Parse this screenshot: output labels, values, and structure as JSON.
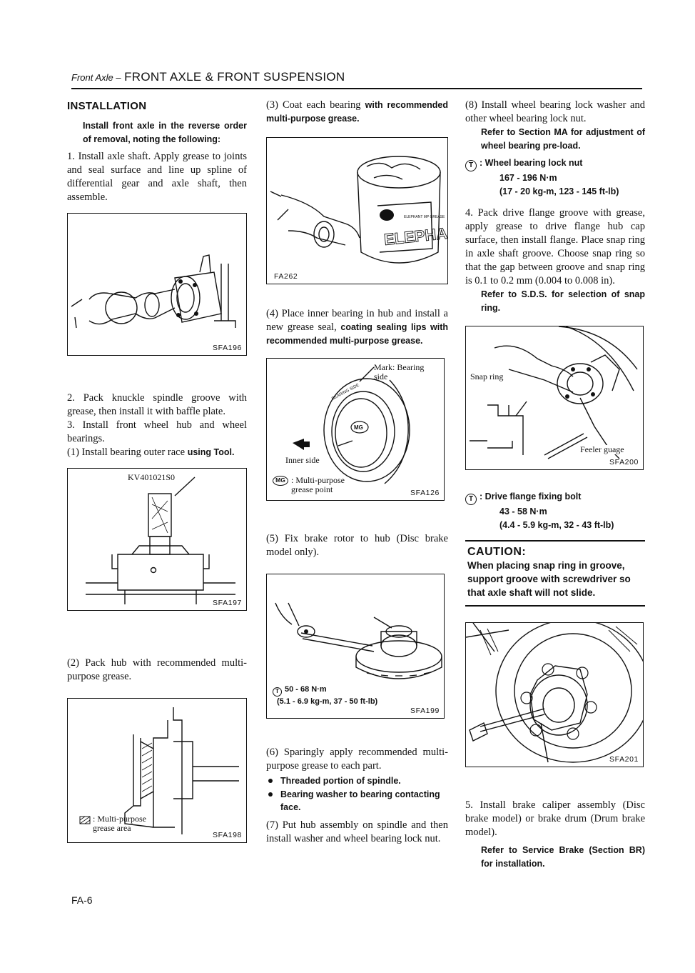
{
  "header": {
    "section": "Front Axle –",
    "title": "FRONT AXLE & FRONT SUSPENSION"
  },
  "col1": {
    "heading": "INSTALLATION",
    "intro": "Install front axle in the reverse order of removal, noting the following:",
    "step1": "1.  Install axle shaft. Apply grease to joints and seal surface and line up spline of differential gear and axle shaft, then assemble.",
    "fig_sfa196": {
      "code": "SFA196"
    },
    "step2": "2.  Pack knuckle spindle groove with grease, then install it with baffle plate.",
    "step3": "3.  Install front wheel hub and wheel bearings.",
    "step3_1_a": "(1)  Install bearing outer race",
    "step3_1_b": "using Tool.",
    "fig_sfa197": {
      "code": "SFA197",
      "tool": "KV401021S0"
    },
    "step3_2": "(2)  Pack hub with recommended multi-purpose grease.",
    "fig_sfa198": {
      "code": "SFA198",
      "legend": ": Multi-purpose grease area"
    }
  },
  "col2": {
    "step3_3_a": "(3)  Coat each bearing",
    "step3_3_b": "with recommended multi-purpose grease.",
    "fig_fa262": {
      "code": "FA262",
      "can_text": "ELEPHANT",
      "can_small": "ELEPHANT MP GREASE"
    },
    "step3_4_a": "(4)  Place inner bearing in hub and install a new grease seal,",
    "step3_4_b": "coating sealing lips with recommended multi-purpose grease.",
    "fig_sfa126": {
      "code": "SFA126",
      "mark": "Mark: Bearing side",
      "inner": "Inner side",
      "mg": "MG",
      "legend": ": Multi-purpose grease point",
      "ring_text": "BEARING SIDE"
    },
    "step3_5": "(5)  Fix brake rotor to hub (Disc brake model only).",
    "fig_sfa199": {
      "code": "SFA199",
      "torque": "50 - 68 N·m",
      "torque2": "(5.1 - 6.9 kg-m, 37 - 50 ft-lb)"
    },
    "step3_6": "(6)  Sparingly apply recommended multi-purpose grease to each part.",
    "bullets": [
      "Threaded portion of spindle.",
      "Bearing washer to bearing contacting face."
    ],
    "step3_7": "(7)  Put hub assembly on spindle and then install washer and wheel bearing lock nut."
  },
  "col3": {
    "step3_8": "(8)  Install wheel bearing lock washer and other wheel bearing lock nut.",
    "refer_ma": "Refer to Section MA for adjustment of wheel bearing pre-load.",
    "spec1_label": ": Wheel bearing lock nut",
    "spec1_v1": "167 - 196 N·m",
    "spec1_v2": "(17 - 20 kg-m, 123 - 145 ft-lb)",
    "step4": "4.  Pack drive flange groove with grease, apply grease to drive flange hub cap surface, then install flange. Place snap ring in axle shaft groove. Choose snap ring so that the gap between groove and snap ring is 0.1 to 0.2 mm (0.004 to 0.008 in).",
    "refer_sds": "Refer to S.D.S. for selection of snap ring.",
    "fig_sfa200": {
      "code": "SFA200",
      "snap": "Snap ring",
      "feeler": "Feeler guage"
    },
    "spec2_label": ": Drive flange fixing bolt",
    "spec2_v1": "43 - 58 N·m",
    "spec2_v2": "(4.4 - 5.9 kg-m, 32 - 43 ft-lb)",
    "caution_title": "CAUTION:",
    "caution_text": "When placing snap ring in groove, support groove with screwdriver so that axle shaft will not slide.",
    "fig_sfa201": {
      "code": "SFA201"
    },
    "step5": "5.  Install brake caliper assembly (Disc brake model) or brake drum (Drum brake model).",
    "refer_br": "Refer to Service Brake (Section BR) for installation."
  },
  "torque_symbol": "T",
  "page_number": "FA-6"
}
